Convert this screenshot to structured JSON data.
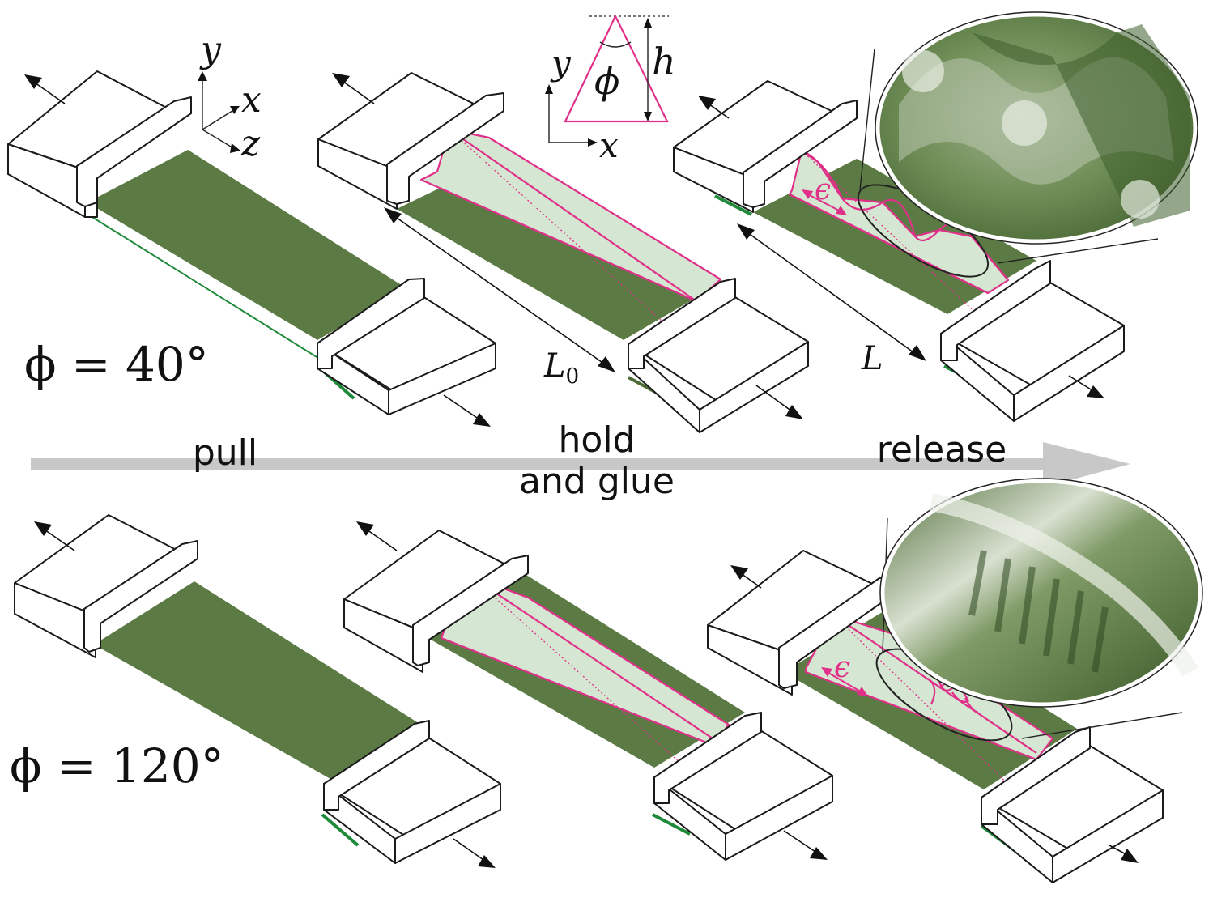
{
  "labels": {
    "step_pull": "pull",
    "step_hold_1": "hold",
    "step_hold_2": "and glue",
    "step_release": "release",
    "phi_40": "ϕ = 40°",
    "phi_120": "ϕ = 120°",
    "axis_y": "y",
    "axis_x": "x",
    "axis_z": "z",
    "inset_y": "y",
    "inset_x": "x",
    "inset_phi": "ϕ",
    "inset_h": "h",
    "length_L0": "L",
    "length_L0_sub": "0",
    "length_L": "L",
    "epsilon_top": "ϵ",
    "epsilon_bottom": "ϵ"
  },
  "colors": {
    "film": "#5b7a44",
    "film_edge": "#1f8a3a",
    "glue_line": "#e0308a",
    "prism_fill": "#d5e6d2",
    "process_arrow": "#c8c8c8"
  }
}
